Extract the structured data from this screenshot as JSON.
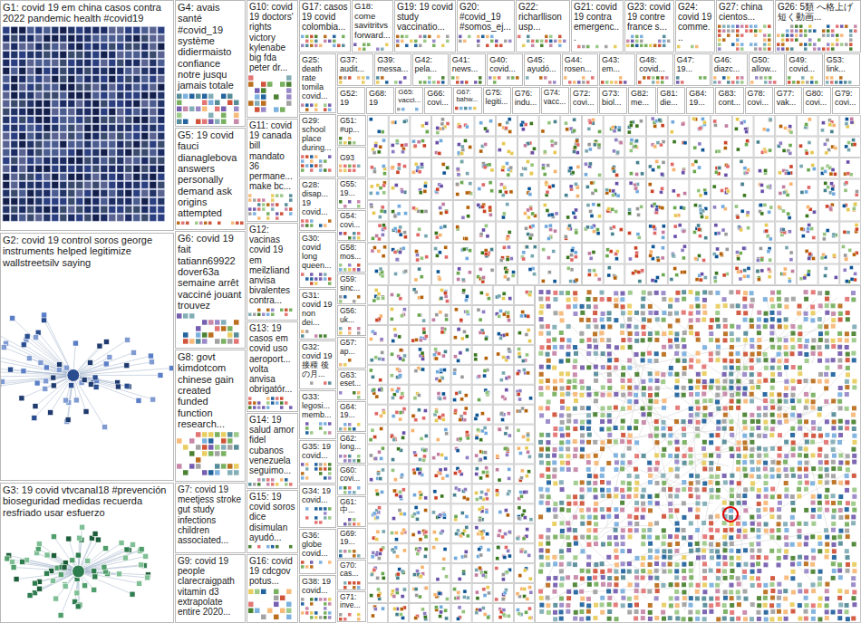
{
  "diagram": {
    "nodes": [
      {
        "text": [
          "G1: covid 19 em china casos contra 2022 pandemic health #covid19"
        ]
      },
      {
        "text": [
          "G2: covid 19 control soros george instruments helped legitimize wallstreetsilv saying"
        ]
      },
      {
        "text": [
          "G3: 19 covid vtvcanal18 #prevención bioseguridad medidas recuerda resfriado usar esfuerzo"
        ]
      },
      {
        "text": [
          "G4: avais santé #covid_19 système didiermaisto confiance notre jusqu jamais totale"
        ]
      },
      {
        "text": [
          "G5: 19 covid fauci dianaglebova answers personally demand ask origins attempted"
        ]
      },
      {
        "text": [
          "G6: covid 19 fait tatiann69922 dover63a semaine arrêt vacciné jouant trouvez"
        ]
      },
      {
        "text": [
          "G8: govt kimdotcom chinese gain created funded function research..."
        ]
      },
      {
        "text": [
          "G7: covid 19 meetjess stroke gut study infections children associated..."
        ]
      },
      {
        "text": [
          "G9: covid 19 people clarecraigpath vitamin d3 extrapolate entire 2020..."
        ]
      },
      {
        "text": [
          "G10: covid 19 doctors' rights victory kylenabe big fda peter dr..."
        ]
      },
      {
        "text": [
          "G11: covid 19 canada bill mandato 36 permane... make bc..."
        ]
      },
      {
        "text": [
          "G12: vacinas covid 19 em meilzliand anvisa bivalentes contra..."
        ]
      },
      {
        "text": [
          "G13: 19 casos em covid uso aeroport... volta anvisa obrigatór..."
        ]
      },
      {
        "text": [
          "G14: 19 salud amor fidel cubanos venezuela seguimo..."
        ]
      },
      {
        "text": [
          "G15: 19 covid soros dice disimulan ayudó..."
        ]
      },
      {
        "text": [
          "G16: covid 19 cdcgov potus..."
        ]
      },
      {
        "text": [
          "G17: casos 19 covid colombia..."
        ]
      },
      {
        "text": [
          "G18: come savitritvs forward..."
        ]
      },
      {
        "text": [
          "G19: 19 covid study vaccinatio..."
        ]
      },
      {
        "text": [
          "G20: #covid_19 #somos_ej..."
        ]
      },
      {
        "text": [
          "G22: richarllison usp..."
        ]
      },
      {
        "text": [
          "G21: covid 19 contra emergenc..."
        ]
      },
      {
        "text": [
          "G23: covid 19 contre france s..."
        ]
      },
      {
        "text": [
          "G24: covid 19 comme..."
        ]
      },
      {
        "text": [
          "G27: china cientos..."
        ]
      },
      {
        "text": [
          "G26: 5類 へ格上げ 短く動画..."
        ]
      },
      {
        "text": [
          "G25: death rate tomila covid..."
        ]
      },
      {
        "text": [
          "G29: school place during..."
        ]
      },
      {
        "text": [
          "G28: disap... 19 covid..."
        ]
      },
      {
        "text": [
          "G30: covid long queen..."
        ]
      },
      {
        "text": [
          "G31: covid 19 non dei..."
        ]
      },
      {
        "text": [
          "G32: covid 19 接種 後の月..."
        ]
      },
      {
        "text": [
          "G33: legosi... memb..."
        ]
      },
      {
        "text": [
          "G35: 19 covid..."
        ]
      },
      {
        "text": [
          "G34: 19 covid..."
        ]
      },
      {
        "text": [
          "G36: globe covid..."
        ]
      },
      {
        "text": [
          "G38: 19 covid..."
        ]
      },
      {
        "text": [
          "G37: audit..."
        ]
      },
      {
        "text": [
          "G39: messa..."
        ]
      },
      {
        "text": [
          "G42: pela..."
        ]
      },
      {
        "text": [
          "G41: news..."
        ]
      },
      {
        "text": [
          "G40: covid..."
        ]
      },
      {
        "text": [
          "G45: ayudó..."
        ]
      },
      {
        "text": [
          "G44: rosen..."
        ]
      },
      {
        "text": [
          "G43: em..."
        ]
      },
      {
        "text": [
          "G48: covid..."
        ]
      },
      {
        "text": [
          "G47: 19..."
        ]
      },
      {
        "text": [
          "G46: diazc..."
        ]
      },
      {
        "text": [
          "G50: allow..."
        ]
      },
      {
        "text": [
          "G49: covid..."
        ]
      },
      {
        "text": [
          "G53: link..."
        ]
      },
      {
        "text": [
          "G52: 19"
        ]
      },
      {
        "text": [
          "G68: 19"
        ]
      },
      {
        "text": [
          "G65: vacci..."
        ]
      },
      {
        "text": [
          "G66: covi..."
        ]
      },
      {
        "text": [
          "G67: bahw..."
        ]
      },
      {
        "text": [
          "G75: legiti..."
        ]
      },
      {
        "text": [
          "G76: indu..."
        ]
      },
      {
        "text": [
          "G74: vacc..."
        ]
      },
      {
        "text": [
          "G72: covi..."
        ]
      },
      {
        "text": [
          "G73: biol..."
        ]
      },
      {
        "text": [
          "G82: me..."
        ]
      },
      {
        "text": [
          "G81: die..."
        ]
      },
      {
        "text": [
          "G84: 19..."
        ]
      },
      {
        "text": [
          "G83: cont..."
        ]
      },
      {
        "text": [
          "G78: covi..."
        ]
      },
      {
        "text": [
          "G77: vak..."
        ]
      },
      {
        "text": [
          "G80: covi..."
        ]
      },
      {
        "text": [
          "G79: covi..."
        ]
      },
      {
        "text": [
          "G51: #up..."
        ]
      },
      {
        "text": [
          "G93"
        ]
      },
      {
        "text": [
          "G55: 19..."
        ]
      },
      {
        "text": [
          "G54: covi..."
        ]
      },
      {
        "text": [
          "G58: mos..."
        ]
      },
      {
        "text": [
          "G59: sinc..."
        ]
      },
      {
        "text": [
          "G56: uk..."
        ]
      },
      {
        "text": [
          "G57: ap..."
        ]
      },
      {
        "text": [
          "G63: eset..."
        ]
      },
      {
        "text": [
          "G64: 19..."
        ]
      },
      {
        "text": [
          "G62: long..."
        ]
      },
      {
        "text": [
          "G60: covi..."
        ]
      },
      {
        "text": [
          "G61: 中..."
        ]
      },
      {
        "text": [
          "G69: 19..."
        ]
      },
      {
        "text": [
          "G70: cas..."
        ]
      },
      {
        "text": [
          "G71: inve..."
        ]
      }
    ]
  }
}
